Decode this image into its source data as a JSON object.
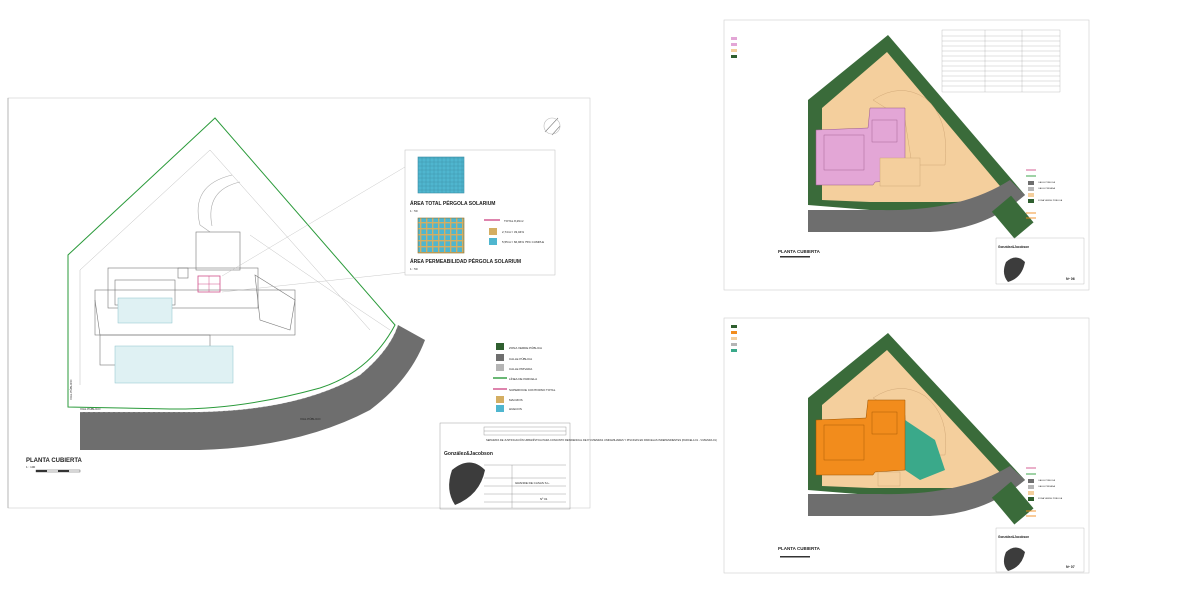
{
  "colors": {
    "green_zone": "#3a6b3a",
    "public_street": "#6e6e6e",
    "private_street": "#b5b5b5",
    "plot_line": "#2a9a3a",
    "total_surface": "#d0508a",
    "solids": "#d4ae62",
    "voids": "#4fb6cf",
    "pink_zone": "#e3a6d6",
    "orange_zone": "#f28c1c",
    "sand_zone": "#f4cf9d",
    "teal_zone": "#3aa98a"
  },
  "left_sheet": {
    "inset": {
      "pergola_total_title": "ÁREA TOTAL PÉRGOLA SOLARIUM",
      "pergola_total_scale": "1 : 50",
      "pergola_perm_title": "ÁREA PERMEABILIDAD PÉRGOLA SOLARIUM",
      "pergola_perm_scale": "1 : 50",
      "legend": [
        {
          "label": "TOTAL 8,29m²",
          "color_key": "total_surface",
          "type": "line"
        },
        {
          "label": "2,74m² / 33,04%",
          "color_key": "solids",
          "type": "box"
        },
        {
          "label": "5,55m² / 66,96% 75% CUMPLE",
          "color_key": "voids",
          "type": "box"
        }
      ]
    },
    "street_labels": [
      "VIAL PÚBLICO",
      "VIAL PÚBLICO",
      "VIAL PÚBLICO"
    ],
    "legend": [
      {
        "label": "ZONA VERDE PÚBLICA",
        "color_key": "green_zone",
        "type": "box"
      },
      {
        "label": "CALLE PÚBLICA",
        "color_key": "public_street",
        "type": "box"
      },
      {
        "label": "CALLE PRIVADA",
        "color_key": "private_street",
        "type": "box"
      },
      {
        "label": "LÍNEA DE PARCELA",
        "color_key": "plot_line",
        "type": "line"
      },
      {
        "label": "SUPERFICIE CONTORNO TOTAL",
        "color_key": "total_surface",
        "type": "line"
      },
      {
        "label": "MACIZOS",
        "color_key": "solids",
        "type": "box"
      },
      {
        "label": "HUECOS",
        "color_key": "voids",
        "type": "box"
      }
    ],
    "plan_title": "PLANTA CUBIERTA",
    "plan_scale": "1 : 100",
    "titleblock": {
      "brand": "González&Jacobson",
      "heading": "SEPARATA DE JUSTIFICACIÓN URBANÍSTICA PARA CONJUNTO RESIDENCIAL DE 8 VIVIENDAS UNIFAMILIARES Y PISCINAS EN PARCELAS INDEPENDIENTES (PARCELA 01 - VIVIENDA 01)",
      "promotor": "GRANDE DE CASAS S.L.",
      "sheet": "Nº 01"
    }
  },
  "right_top": {
    "plan_title": "PLANTA CUBIERTA",
    "sheet": "Nº 06",
    "brand": "González&Jacobson",
    "legend": [
      {
        "label": "ZONA VERDE PÚBLICA",
        "color_key": "green_zone"
      },
      {
        "label": "CALLE PÚBLICA",
        "color_key": "public_street"
      },
      {
        "label": "CALLE PRIVADA",
        "color_key": "private_street"
      },
      {
        "label": "LÍNEA DE PARCELA",
        "color_key": "plot_line"
      }
    ]
  },
  "right_bottom": {
    "plan_title": "PLANTA CUBIERTA",
    "sheet": "Nº 07",
    "brand": "González&Jacobson",
    "legend": [
      {
        "label": "ZONA VERDE PÚBLICA",
        "color_key": "green_zone"
      },
      {
        "label": "CALLE PÚBLICA",
        "color_key": "public_street"
      },
      {
        "label": "CALLE PRIVADA",
        "color_key": "private_street"
      },
      {
        "label": "LÍNEA DE PARCELA",
        "color_key": "plot_line"
      }
    ]
  }
}
